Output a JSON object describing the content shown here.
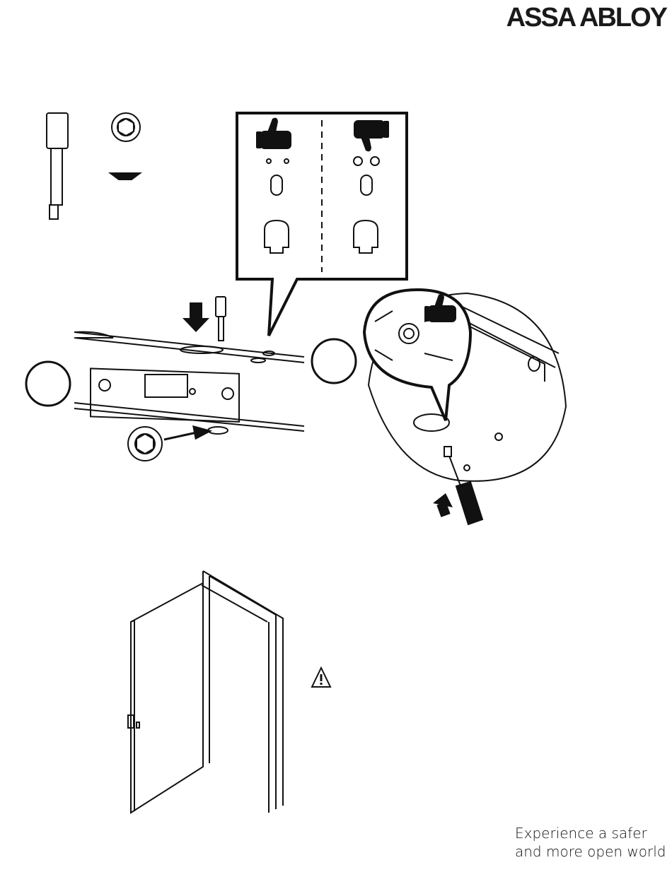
{
  "brand": {
    "logo_text": "ASSA ABLOY"
  },
  "tagline": {
    "line1": "Experience a safer",
    "line2": "and more open world"
  },
  "icons": {
    "approve": "thumbs-up-icon",
    "reject": "thumbs-down-icon",
    "warning": "warning-triangle-icon",
    "push": "arrow-down-icon"
  },
  "colors": {
    "ink": "#111111",
    "paper": "#ffffff"
  }
}
